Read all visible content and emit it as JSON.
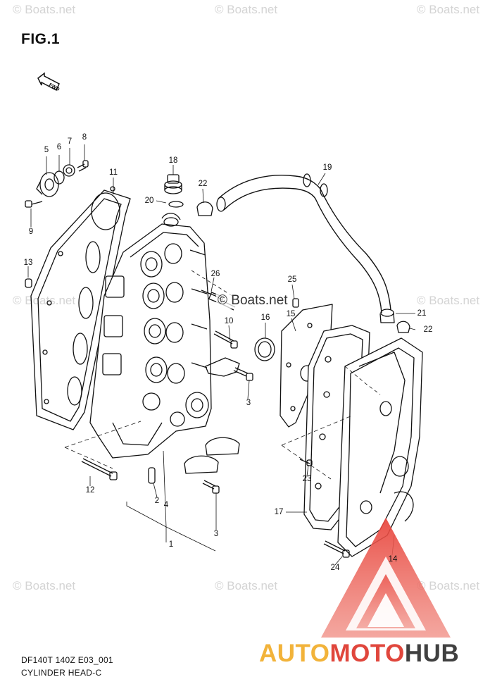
{
  "figure": {
    "title": "FIG.1",
    "fwd_label": "FWD",
    "model_code": "DF140T 140Z E03_001",
    "caption": "CYLINDER HEAD-C"
  },
  "watermarks": {
    "text": "© Boats.net",
    "center_text": "© Boats.net"
  },
  "brand": {
    "part1": "AUTO",
    "part2": "MOTO",
    "part3": "HUB",
    "color_auto": "#f2b33a",
    "color_moto": "#e0463c",
    "color_hub": "#404040"
  },
  "callouts": {
    "c1": "1",
    "c2": "2",
    "c3a": "3",
    "c3b": "3",
    "c4": "4",
    "c5": "5",
    "c6": "6",
    "c7": "7",
    "c8": "8",
    "c9": "9",
    "c11": "11",
    "c12": "12",
    "c13": "13",
    "c14": "14",
    "c15": "15",
    "c16": "16",
    "c17": "17",
    "c18": "18",
    "c19": "19",
    "c20": "20",
    "c21": "21",
    "c22a": "22",
    "c22b": "22",
    "c23": "23",
    "c24": "24",
    "c25": "25",
    "c26": "26"
  }
}
